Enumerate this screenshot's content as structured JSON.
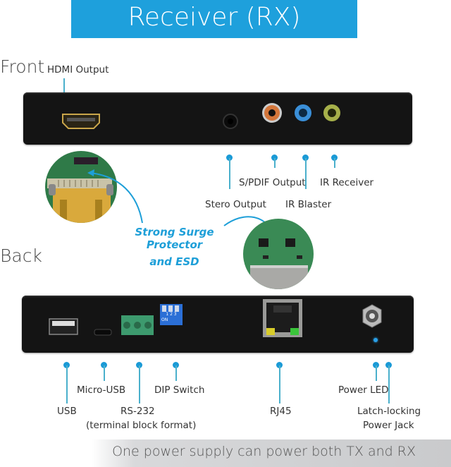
{
  "title": "Receiver (RX)",
  "colors": {
    "accent": "#1ea0dc",
    "panel": "#141414",
    "callout": "#1e9fd8"
  },
  "front": {
    "section_label": "Front",
    "labels": {
      "hdmi_output": "HDMI Output",
      "stereo_output": "Stero Output",
      "spdif_output": "S/PDIF Output",
      "ir_blaster": "IR Blaster",
      "ir_receiver": "IR Receiver"
    }
  },
  "callout": {
    "line1": "Strong Surge Protector",
    "line2": "and ESD"
  },
  "back": {
    "section_label": "Back",
    "dip_switch_text": {
      "numbers": "1 2 3",
      "on": "ON"
    },
    "labels": {
      "usb": "USB",
      "micro_usb": "Micro-USB",
      "rs232": "RS-232",
      "rs232_note": "(terminal block format)",
      "dip_switch": "DIP Switch",
      "rj45": "RJ45",
      "power_led": "Power LED",
      "power_jack_line1": "Latch-locking",
      "power_jack_line2": "Power Jack"
    }
  },
  "footer": {
    "text": "One power supply can power both TX and RX"
  }
}
